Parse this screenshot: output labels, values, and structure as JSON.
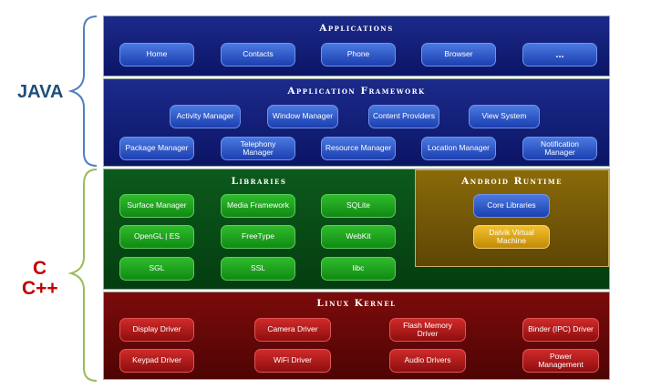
{
  "side_labels": {
    "java": "JAVA",
    "c": "C",
    "cpp": "C++"
  },
  "applications": {
    "title": "Applications",
    "items": [
      "Home",
      "Contacts",
      "Phone",
      "Browser",
      "..."
    ]
  },
  "framework": {
    "title": "Application Framework",
    "row1": [
      "Activity Manager",
      "Window Manager",
      "Content Providers",
      "View System"
    ],
    "row2": [
      "Package Manager",
      "Telephony Manager",
      "Resource Manager",
      "Location Manager",
      "Notification Manager"
    ]
  },
  "libraries": {
    "title": "Libraries",
    "items": [
      "Surface Manager",
      "Media Framework",
      "SQLite",
      "OpenGL | ES",
      "FreeType",
      "WebKit",
      "SGL",
      "SSL",
      "libc"
    ]
  },
  "runtime": {
    "title": "Android Runtime",
    "items": [
      "Core Libraries",
      "Dalvik Virtual Machine"
    ]
  },
  "kernel": {
    "title": "Linux Kernel",
    "items": [
      "Display Driver",
      "Camera Driver",
      "Flash Memory Driver",
      "Binder (IPC) Driver",
      "Keypad Driver",
      "WiFi Driver",
      "Audio Drivers",
      "Power Management"
    ]
  },
  "colors": {
    "java_label": "#1f4e79",
    "c_label": "#c00000",
    "brace_java": "#4f81bd",
    "brace_c": "#9bbb59",
    "apps_bg": "#0b1566",
    "libraries_bg": "#043d10",
    "runtime_bg": "#5e4605",
    "kernel_bg": "#4e0404"
  }
}
